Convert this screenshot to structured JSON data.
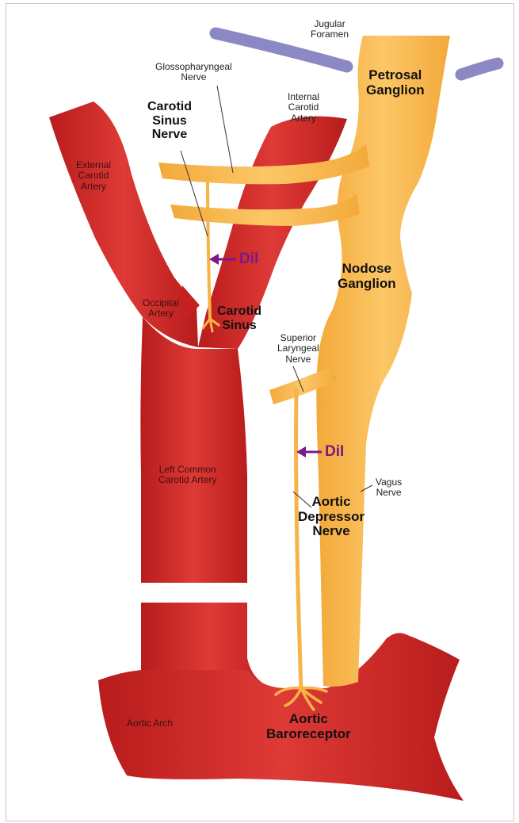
{
  "labels": {
    "jugular_foramen": "Jugular\nForamen",
    "glossopharyngeal_nerve": "Glossopharyngeal\nNerve",
    "petrosal_ganglion": "Petrosal\nGanglion",
    "internal_carotid_artery": "Internal\nCarotid\nArtery",
    "carotid_sinus_nerve": "Carotid\nSinus\nNerve",
    "external_carotid_artery": "External\nCarotid\nArtery",
    "dil_upper": "DiI",
    "nodose_ganglion": "Nodose\nGanglion",
    "occipital_artery": "Occipital\nArtery",
    "carotid_sinus": "Carotid\nSinus",
    "superior_laryngeal_nerve": "Superior\nLaryngeal\nNerve",
    "dil_lower": "DiI",
    "left_common_carotid_artery": "Left Common\nCarotid Artery",
    "vagus_nerve": "Vagus\nNerve",
    "aortic_depressor_nerve": "Aortic\nDepressor\nNerve",
    "aortic_arch": "Aortic Arch",
    "aortic_baroreceptor": "Aortic\nBaroreceptor"
  },
  "colors": {
    "artery": "#d42a2a",
    "nerve": "#f9b94c",
    "foramen": "#8c88c4",
    "dil_marker": "#7a1a86"
  }
}
